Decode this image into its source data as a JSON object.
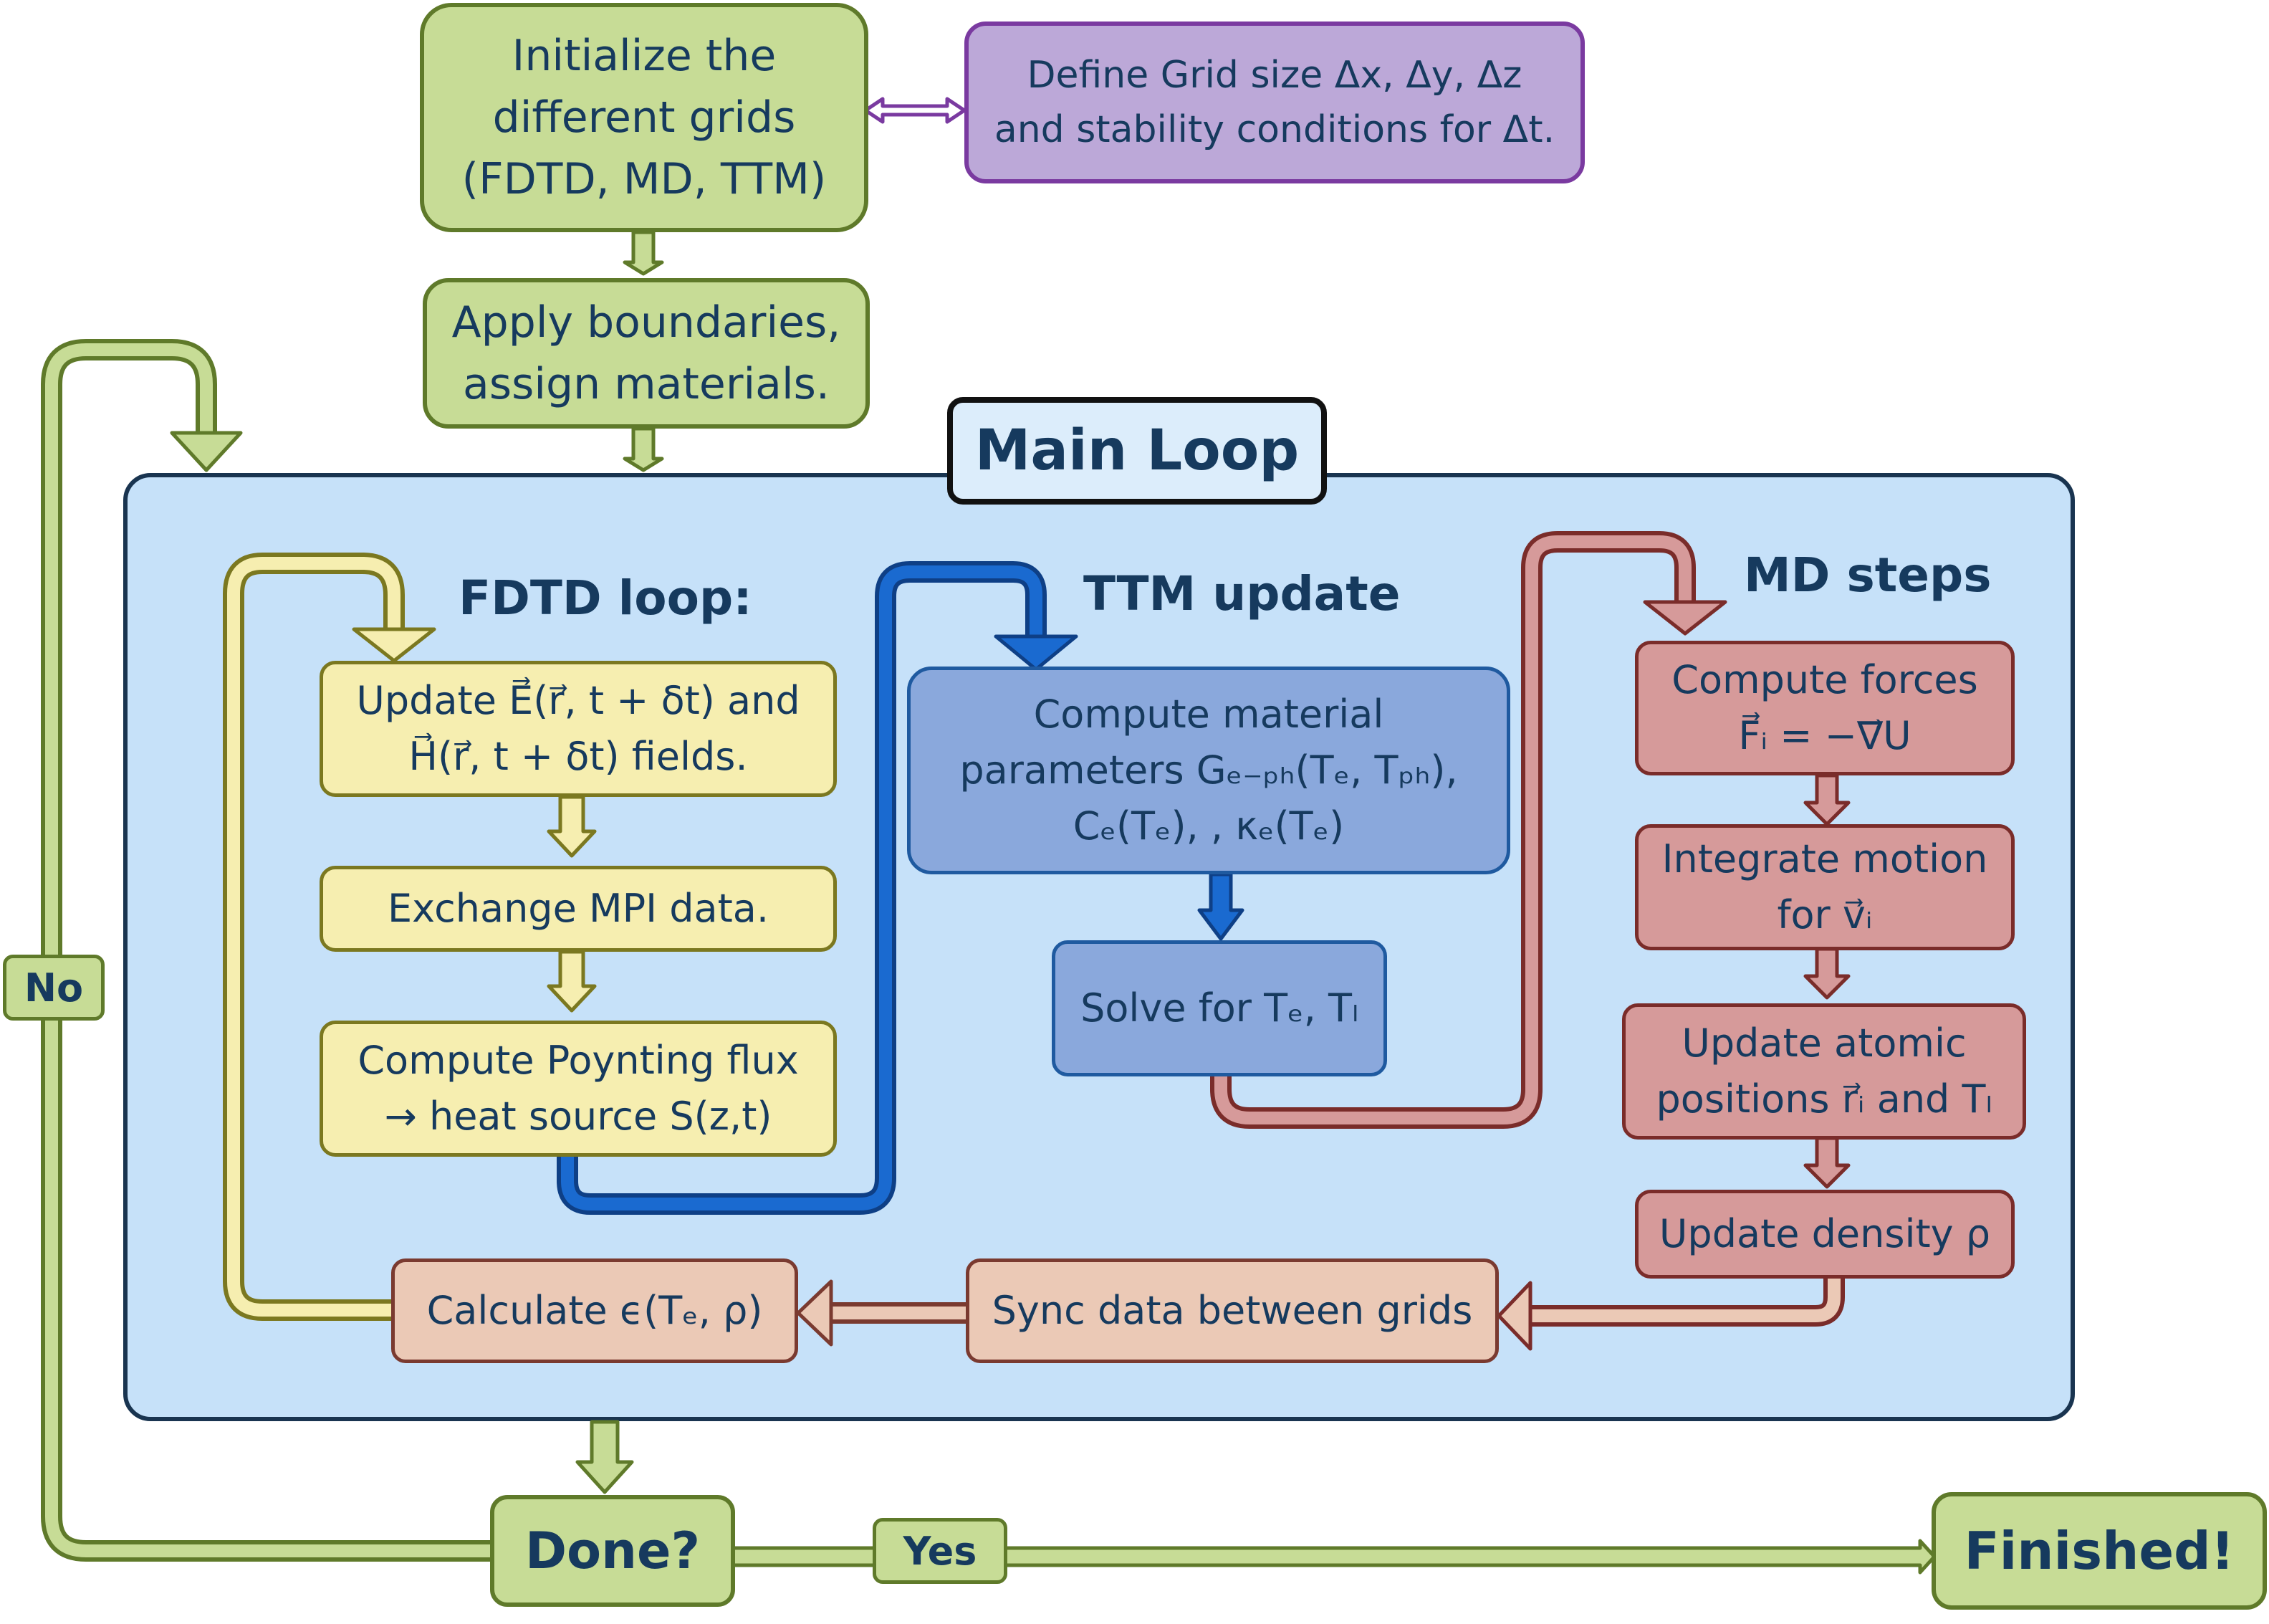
{
  "main_loop": {
    "title": "Main Loop"
  },
  "init": {
    "init_box": {
      "lines": [
        "Initialize the",
        "different grids",
        "(FDTD, MD, TTM)"
      ]
    },
    "grid_box": {
      "lines": [
        "Define Grid size Δx, Δy, Δz",
        "and stability conditions for Δt."
      ]
    },
    "boundary_box": {
      "lines": [
        "Apply boundaries,",
        "assign materials."
      ]
    }
  },
  "fdtd": {
    "heading": "FDTD loop:",
    "update_fields": {
      "lines": [
        "Update E⃗(r⃗, t + δt) and",
        "H⃗(r⃗, t + δt) fields."
      ]
    },
    "exchange_mpi": {
      "lines": [
        "Exchange MPI data."
      ]
    },
    "poynting": {
      "lines": [
        "Compute Poynting flux",
        "→ heat source S(z,t)"
      ]
    }
  },
  "ttm": {
    "heading": "TTM update",
    "material_params": {
      "lines": [
        "Compute material",
        "parameters Gₑ₋ₚₕ(Tₑ, Tₚₕ),",
        "Cₑ(Tₑ), , κₑ(Tₑ)"
      ]
    },
    "solve": {
      "lines": [
        "Solve for Tₑ, Tₗ"
      ]
    }
  },
  "md": {
    "heading": "MD steps",
    "forces": {
      "lines": [
        "Compute forces",
        "F⃗ᵢ = −∇⃗U"
      ]
    },
    "integrate": {
      "lines": [
        "Integrate motion",
        "for v⃗ᵢ"
      ]
    },
    "positions": {
      "lines": [
        "Update atomic",
        "positions r⃗ᵢ and Tₗ"
      ]
    },
    "density": {
      "lines": [
        "Update density ρ"
      ]
    }
  },
  "sync": {
    "sync_box": {
      "lines": [
        "Sync data between grids"
      ]
    },
    "calc_box": {
      "lines": [
        "Calculate ϵ(Tₑ, ρ)"
      ]
    }
  },
  "end": {
    "done": {
      "lines": [
        "Done?"
      ]
    },
    "yes_label": "Yes",
    "no_label": "No",
    "finished": {
      "lines": [
        "Finished!"
      ]
    }
  },
  "colors": {
    "green_fill": "#c7dc96",
    "green_stroke": "#5f7a2a",
    "purple_fill": "#bca8d8",
    "purple_stroke": "#7a3aa0",
    "yellow_fill": "#f6eeb0",
    "yellow_stroke": "#7b7820",
    "blue_fill": "#8aa8dc",
    "blue_stroke": "#1f5aa0",
    "red_fill": "#d69a9a",
    "red_stroke": "#7a2c2a",
    "peach_fill": "#ebc9b6",
    "panel_fill": "#c6e1f9",
    "text": "#163a5e"
  }
}
